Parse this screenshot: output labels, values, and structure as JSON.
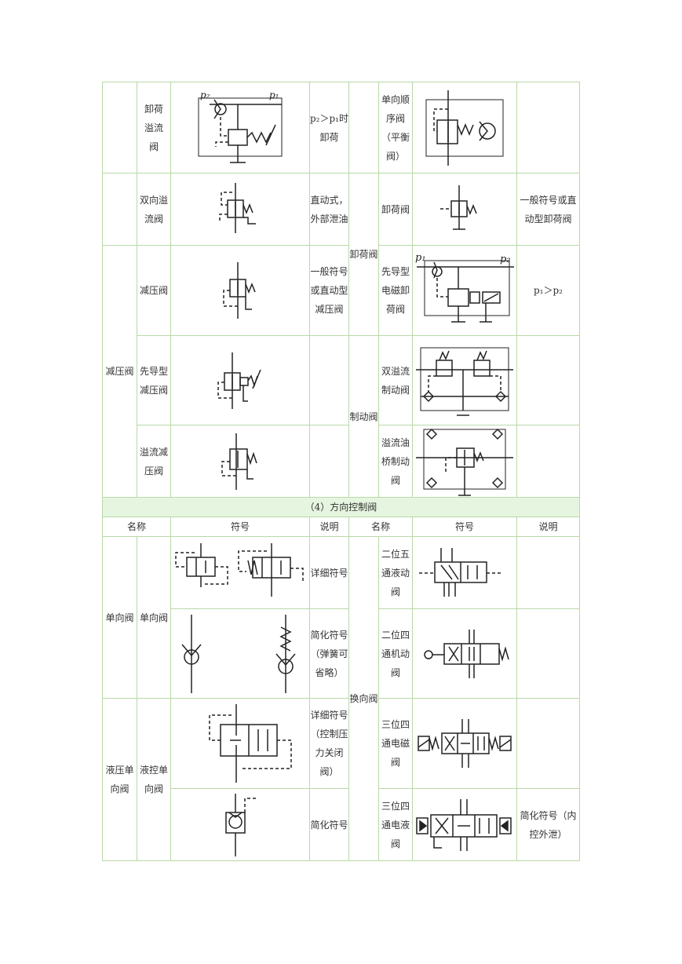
{
  "pressure_rows": {
    "unload_relief": {
      "name": "卸荷溢流阀",
      "note": "p₂＞p₁时卸荷",
      "p2": "p₂",
      "p1": "p₁"
    },
    "two_way_relief": {
      "name": "双向溢流阀",
      "note": "直动式，外部泄油"
    },
    "pressure_reducing_group": "减压阀",
    "reducing": {
      "name": "减压阀",
      "note": "一般符号或直动型减压阀"
    },
    "pilot_reducing": {
      "name": "先导型减压阀",
      "note": ""
    },
    "relief_reducing": {
      "name": "溢流减压阀",
      "note": ""
    },
    "unload_group": "卸荷阀",
    "check_sequence": {
      "name": "单向顺序阀（平衡阀）",
      "note": ""
    },
    "unload": {
      "name": "卸荷阀",
      "note": "一般符号或直动型卸荷阀"
    },
    "pilot_solenoid_unload": {
      "name": "先导型电磁卸荷阀",
      "note": "p₁＞p₂",
      "p1": "p₁",
      "p2": "p₂"
    },
    "brake_group": "制动阀",
    "double_relief_brake": {
      "name": "双溢流制动阀",
      "note": ""
    },
    "relief_bridge_brake": {
      "name": "溢流油桥制动阀",
      "note": ""
    }
  },
  "direction_section": {
    "title": "（4）方向控制阀",
    "headers": {
      "name1": "名称",
      "symbol1": "符号",
      "desc1": "说明",
      "name2": "名称",
      "symbol2": "符号",
      "desc2": "说明"
    },
    "check_group": "单向阀",
    "check_name": "单向阀",
    "check_detail_note": "详细符号",
    "check_simple_note": "简化符号（弹簧可省略）",
    "pilot_check_group": "液压单向阀",
    "pilot_check_name": "液控单向阀",
    "pilot_check_detail_note": "详细符号（控制压力关闭阀）",
    "pilot_check_simple_note": "简化符号",
    "directional_group": "换向阀",
    "dv_2_5_hyd": {
      "name": "二位五通液动阀",
      "note": ""
    },
    "dv_2_4_mech": {
      "name": "二位四通机动阀",
      "note": ""
    },
    "dv_3_4_sol": {
      "name": "三位四通电磁阀",
      "note": ""
    },
    "dv_3_4_ehyd": {
      "name": "三位四通电液阀",
      "note": "简化符号（内控外泄）"
    }
  },
  "colors": {
    "border": "#b8d9a8",
    "section_bg": "#e6f5df",
    "ink": "#222222"
  }
}
